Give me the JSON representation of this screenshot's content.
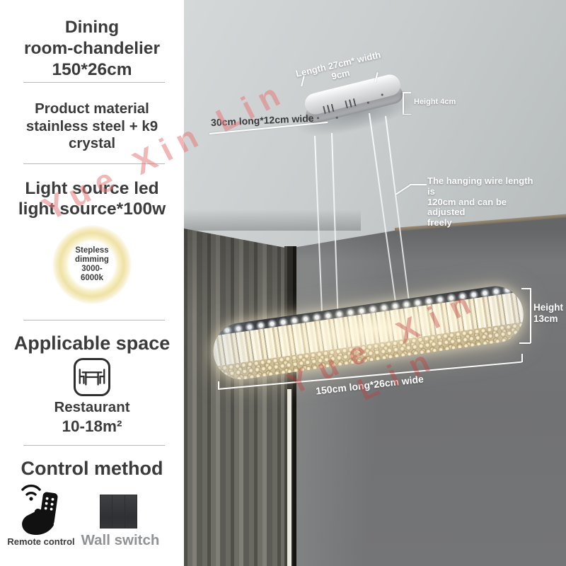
{
  "watermark": {
    "diagonal_text": "Yue Xin Lin"
  },
  "panel": {
    "title": "Dining\nroom-chandelier\n150*26cm",
    "material": "Product material\nstainless steel + k9\ncrystal",
    "light_source": "Light source led\nlight source*100w",
    "dimming_badge": "Stepless\ndimming\n3000-\n6000k",
    "applicable_heading": "Applicable space",
    "place": "Restaurant",
    "area": "10-18m²",
    "control_heading": "Control method",
    "remote_label": "Remote control",
    "wall_switch_label": "Wall switch"
  },
  "photo": {
    "canopy_dims": "Length 27cm* width\n9cm",
    "canopy_height": "Height 4cm",
    "canopy_size": "30cm long*12cm wide",
    "wire_note": "The hanging wire length is\n120cm and can be adjusted\nfreely",
    "fixture_height": "Height\n13cm",
    "fixture_size": "150cm long*26cm wide"
  },
  "icons": {
    "space_icon": "dining-table-icon",
    "remote_icon": "remote-control-hand-icon",
    "wall_switch_icon": "wall-switch-panel"
  },
  "colors": {
    "heading_text": "#3b3b3b",
    "watermark_pink": "#e57a7a",
    "glow_warm": "#efe2a4",
    "label_on_photo": "#ffffff",
    "wall_gray": "#747577",
    "ceiling_gray": "#c9cdce"
  }
}
